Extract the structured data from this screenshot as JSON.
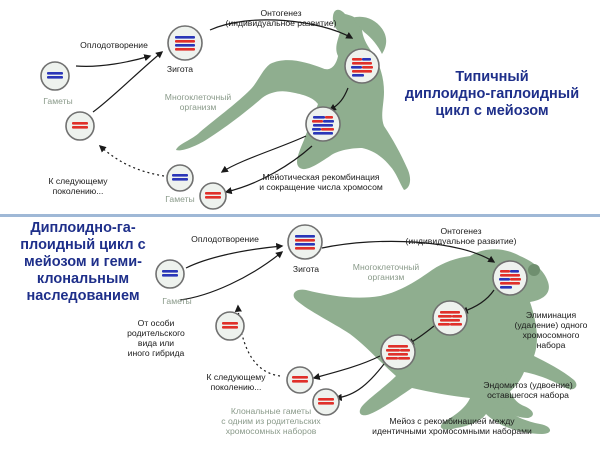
{
  "colors": {
    "body_fill": "#8fae8f",
    "cell_fill": "#eef2ee",
    "cell_stroke": "#707070",
    "chrom_red": "#e0302a",
    "chrom_blue": "#2a36b8",
    "title_blue": "#1e2f8a",
    "divider": "#9fb8d6"
  },
  "top": {
    "title": "Типичный\nдиплоидно-гаплоидный\nцикл с мейозом",
    "fertilization": "Оплодотворение",
    "zygote": "Зигота",
    "gametes_top": "Гаметы",
    "ontogenesis": "Онтогенез\n(индивидуальное развитие)",
    "organism": "Многоклеточный\nорганизм",
    "to_next": "К следующему\nпоколению...",
    "gametes_bottom": "Гаметы",
    "meiosis": "Мейотическая рекомбинация\nи сокращение числа хромосом"
  },
  "bottom": {
    "title": "Диплоидно-га-\nплоидный цикл с\nмейозом и геми-\nклональным\nнаследованием",
    "fertilization": "Оплодотворение",
    "gametes": "Гаметы",
    "zygote": "Зигота",
    "ontogenesis": "Онтогенез\n(индивидуальное развитие)",
    "organism": "Многоклеточный\nорганизм",
    "from_parent": "От особи\nродительского\nвида или\nиного гибрида",
    "elimination": "Элиминация\n(удаление) одного\nхромосомного\nнабора",
    "to_next": "К следующему\nпоколению...",
    "endomitosis": "Эндомитоз (удвоение)\nоставшегося набора",
    "clonal_gametes": "Клональные гаметы\nс одним из родительских\nхромосомных наборов",
    "meiosis": "Мейоз с рекомбинацией между\nидентичными хромосомными наборами"
  }
}
